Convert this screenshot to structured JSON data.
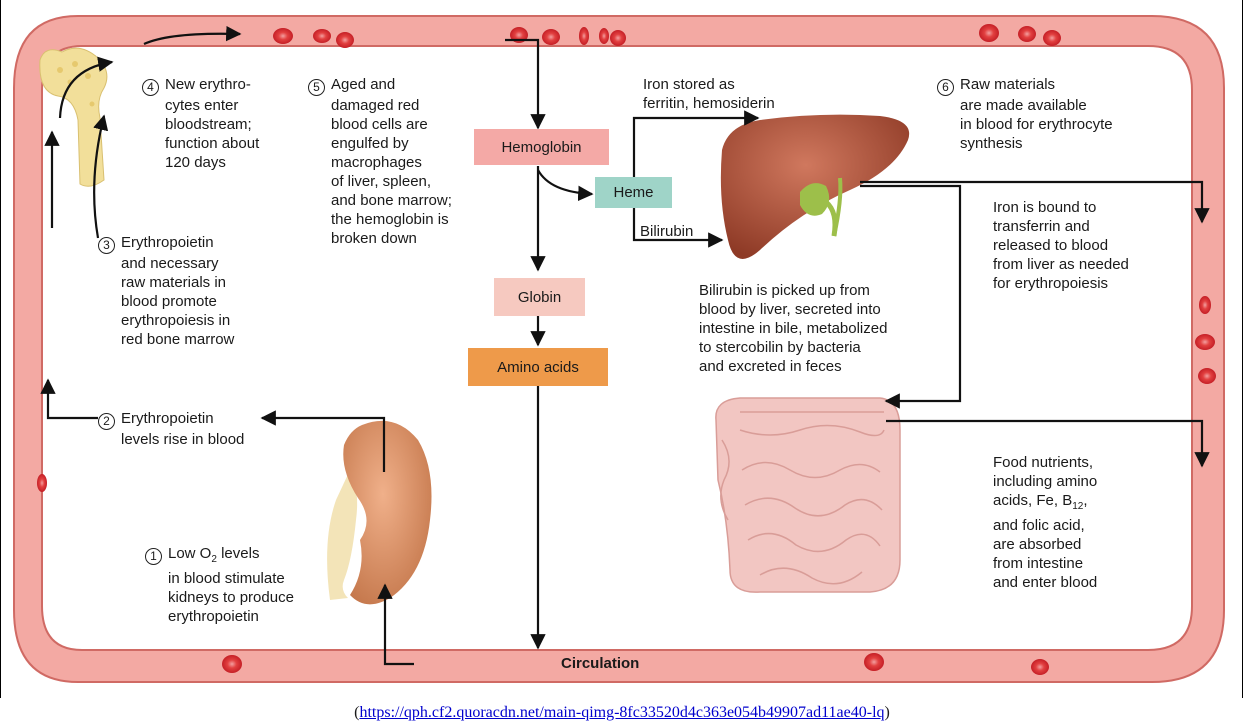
{
  "steps": {
    "s1": {
      "num": "1",
      "l1": "Low O",
      "sub": "2",
      "l1b": " levels",
      "lines": [
        "in blood stimulate",
        "kidneys to produce",
        "erythropoietin"
      ]
    },
    "s2": {
      "num": "2",
      "l1": "Erythropoietin",
      "l2": "levels rise in blood"
    },
    "s3": {
      "num": "3",
      "l1": "Erythropoietin",
      "lines": [
        "and necessary",
        "raw materials in",
        "blood promote",
        "erythropoiesis in",
        "red bone marrow"
      ]
    },
    "s4": {
      "num": "4",
      "l1": "New erythro-",
      "lines": [
        "cytes enter",
        "bloodstream;",
        "function about",
        "120 days"
      ]
    },
    "s5": {
      "num": "5",
      "l1": "Aged and",
      "lines": [
        "damaged red",
        "blood cells are",
        "engulfed by",
        "macrophages",
        "of liver, spleen,",
        "and bone marrow;",
        "the hemoglobin is",
        "broken down"
      ]
    },
    "s6": {
      "num": "6",
      "l1": "Raw materials",
      "lines": [
        "are made available",
        "in blood for erythrocyte",
        "synthesis"
      ]
    }
  },
  "iron_stored": [
    "Iron stored as",
    "ferritin, hemosiderin"
  ],
  "iron_bound": [
    "Iron is bound to",
    "transferrin and",
    "released to blood",
    "from liver as needed",
    "for erythropoiesis"
  ],
  "bilirubin_text": [
    "Bilirubin is picked up from",
    "blood by liver, secreted into",
    "intestine in bile, metabolized",
    "to stercobilin by bacteria",
    "and excreted in feces"
  ],
  "food": {
    "l1": "Food nutrients,",
    "l2": "including amino",
    "l3a": "acids, Fe, B",
    "l3sub": "12",
    "l3b": ",",
    "l4": "and folic acid,",
    "l5": "are absorbed",
    "l6": "from intestine",
    "l7": "and enter blood"
  },
  "boxes": {
    "hemoglobin": "Hemoglobin",
    "heme": "Heme",
    "globin": "Globin",
    "amino": "Amino acids",
    "bilirubin": "Bilirubin"
  },
  "circulation": "Circulation",
  "source_url": "https://qph.cf2.quoracdn.net/main-qimg-8fc33520d4c363e054b49907ad11ae40-lq",
  "source_open": "(",
  "source_close": ")",
  "colors": {
    "vessel": "#f2a6a0",
    "vessel_edge": "#d9716b",
    "rbc": "#d93a3a",
    "hemoglobin_box": "#f4a9a6",
    "heme_box": "#9fd4c8",
    "globin_box": "#f6c9c0",
    "amino_box": "#ee9a4a",
    "liver": "#b5513a",
    "kidney": "#d88a60",
    "intestine": "#f1c6c2",
    "bone": "#f2df9a"
  }
}
